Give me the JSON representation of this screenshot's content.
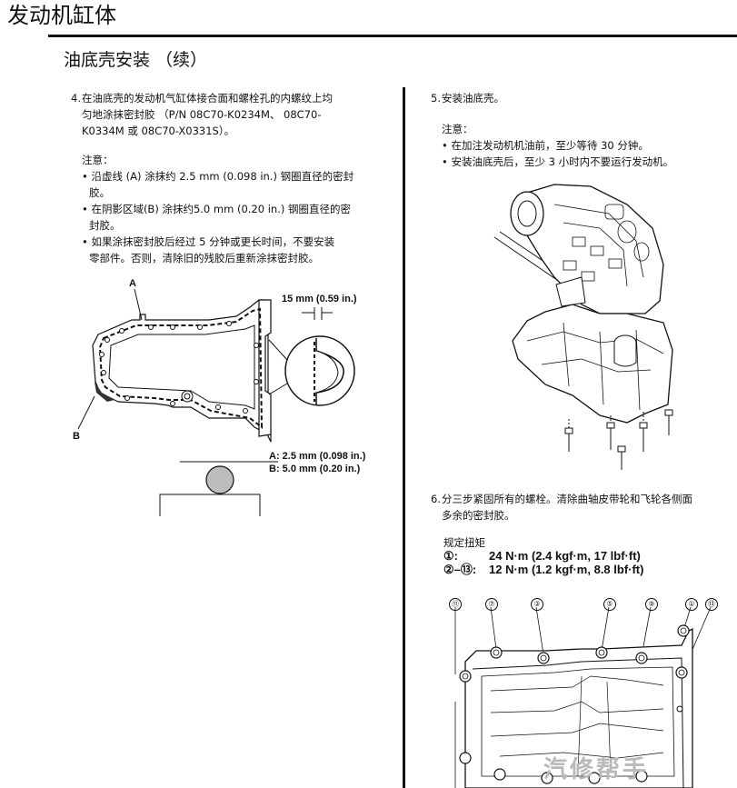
{
  "header": {
    "title": "发动机缸体",
    "subtitle": "油底壳安装 （续）"
  },
  "step4": {
    "num": "4.",
    "lines": [
      "在油底壳的发动机气缸体接合面和螺栓孔的内螺纹上均",
      "匀地涂抹密封胶 （P/N 08C70-K0234M、 08C70-",
      "K0334M 或 08C70-X0331S）。"
    ],
    "note_label": "注意：",
    "bullets": [
      [
        "• 沿虚线 (A) 涂抹约 2.5 mm (0.098 in.) 钢圈直径的密封",
        "胶。"
      ],
      [
        "• 在阴影区域(B) 涂抹约5.0 mm (0.20 in.) 钢圈直径的密",
        "封胶。"
      ],
      [
        "• 如果涂抹密封胶后经过 5 分钟或更长时间，不要安装",
        "零部件。否则，清除旧的残胶后重新涂抹密封胶。"
      ]
    ],
    "fig": {
      "label_a": "A",
      "label_b": "B",
      "dim_15": "15 mm (0.59 in.)",
      "size_a": "A: 2.5 mm (0.098 in.)",
      "size_b": "B: 5.0 mm (0.20 in.)"
    }
  },
  "step5": {
    "num": "5.",
    "text": "安装油底壳。",
    "note_label": "注意：",
    "bullets": [
      "• 在加注发动机机油前，至少等待 30 分钟。",
      "• 安装油底壳后，至少 3 小时内不要运行发动机。"
    ]
  },
  "step6": {
    "num": "6.",
    "lines": [
      "分三步紧固所有的螺栓。清除曲轴皮带轮和飞轮各侧面",
      "多余的密封胶。"
    ],
    "torque_title": "规定扭矩",
    "torque": [
      {
        "id": "①:",
        "value": "24 N·m (2.4 kgf·m, 17 lbf·ft)"
      },
      {
        "id": "②–⑬:",
        "value": "12 N·m (1.2 kgf·m, 8.8 lbf·ft)"
      }
    ],
    "bolt_labels": [
      "⑪",
      "⑦",
      "③",
      "⑤",
      "⑨",
      "①",
      "⑬"
    ]
  },
  "watermark": "汽修帮手",
  "colors": {
    "text": "#111111",
    "gray_fill": "#bdbdbd",
    "watermark": "#b9b9b9"
  }
}
